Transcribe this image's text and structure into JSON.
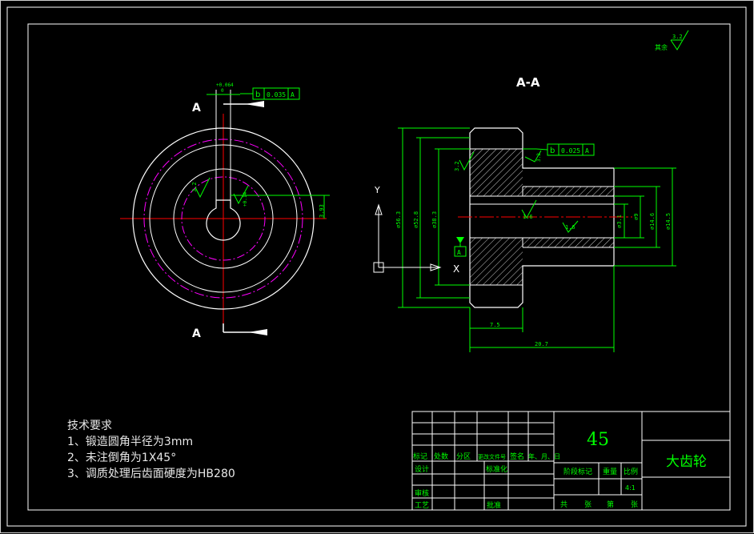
{
  "drawing": {
    "section_title": "A-A",
    "section_mark": "A",
    "axis_x": "X",
    "axis_y": "Y",
    "roughness_rest_label": "其余",
    "roughness_rest_value": "3.2",
    "roughness_values": [
      "3.2",
      "3.2",
      "3.2",
      "1.6",
      "1.6"
    ],
    "tolerance_frames": [
      {
        "datum_symbol": "b",
        "value": "0.035",
        "datum": "A"
      },
      {
        "datum_symbol": "b",
        "value": "0.025",
        "datum": "A"
      }
    ],
    "datum_label": "A",
    "keyway_dims": [
      "+0.064",
      "0",
      "3.93",
      "+0.14"
    ],
    "dimensions": {
      "d1": "⌀56.3",
      "d2": "⌀52.8",
      "d3": "⌀38.3",
      "d4": "⌀3.1",
      "d5": "⌀9",
      "d6": "⌀14.6",
      "d7": "⌀14.5",
      "width_total": "20.7",
      "width_hub": "7.5"
    }
  },
  "tech_requirements": {
    "title": "技术要求",
    "items": [
      "1、锻造圆角半径为3mm",
      "2、未注倒角为1X45°",
      "3、调质处理后齿面硬度为HB280"
    ]
  },
  "title_block": {
    "material": "45",
    "part_name": "大齿轮",
    "headers": [
      "标记",
      "处数",
      "分区",
      "更改文件号",
      "签名",
      "年、月、日"
    ],
    "row_design": "设计",
    "row_standard": "标准化",
    "row_review": "审核",
    "row_process": "工艺",
    "row_approve": "批准",
    "stage_label": "阶段标记",
    "weight_label": "重量",
    "scale_label": "比例",
    "scale_value": "4:1",
    "sheet_total": "共",
    "sheet_unit": "张",
    "sheet_current": "第",
    "sheet_unit2": "张"
  },
  "colors": {
    "background": "#000000",
    "line": "#ffffff",
    "dimension": "#00ff00",
    "center": "#ff0000",
    "hidden": "#ff00ff",
    "text": "#ffffff",
    "green_text": "#00ff00"
  }
}
